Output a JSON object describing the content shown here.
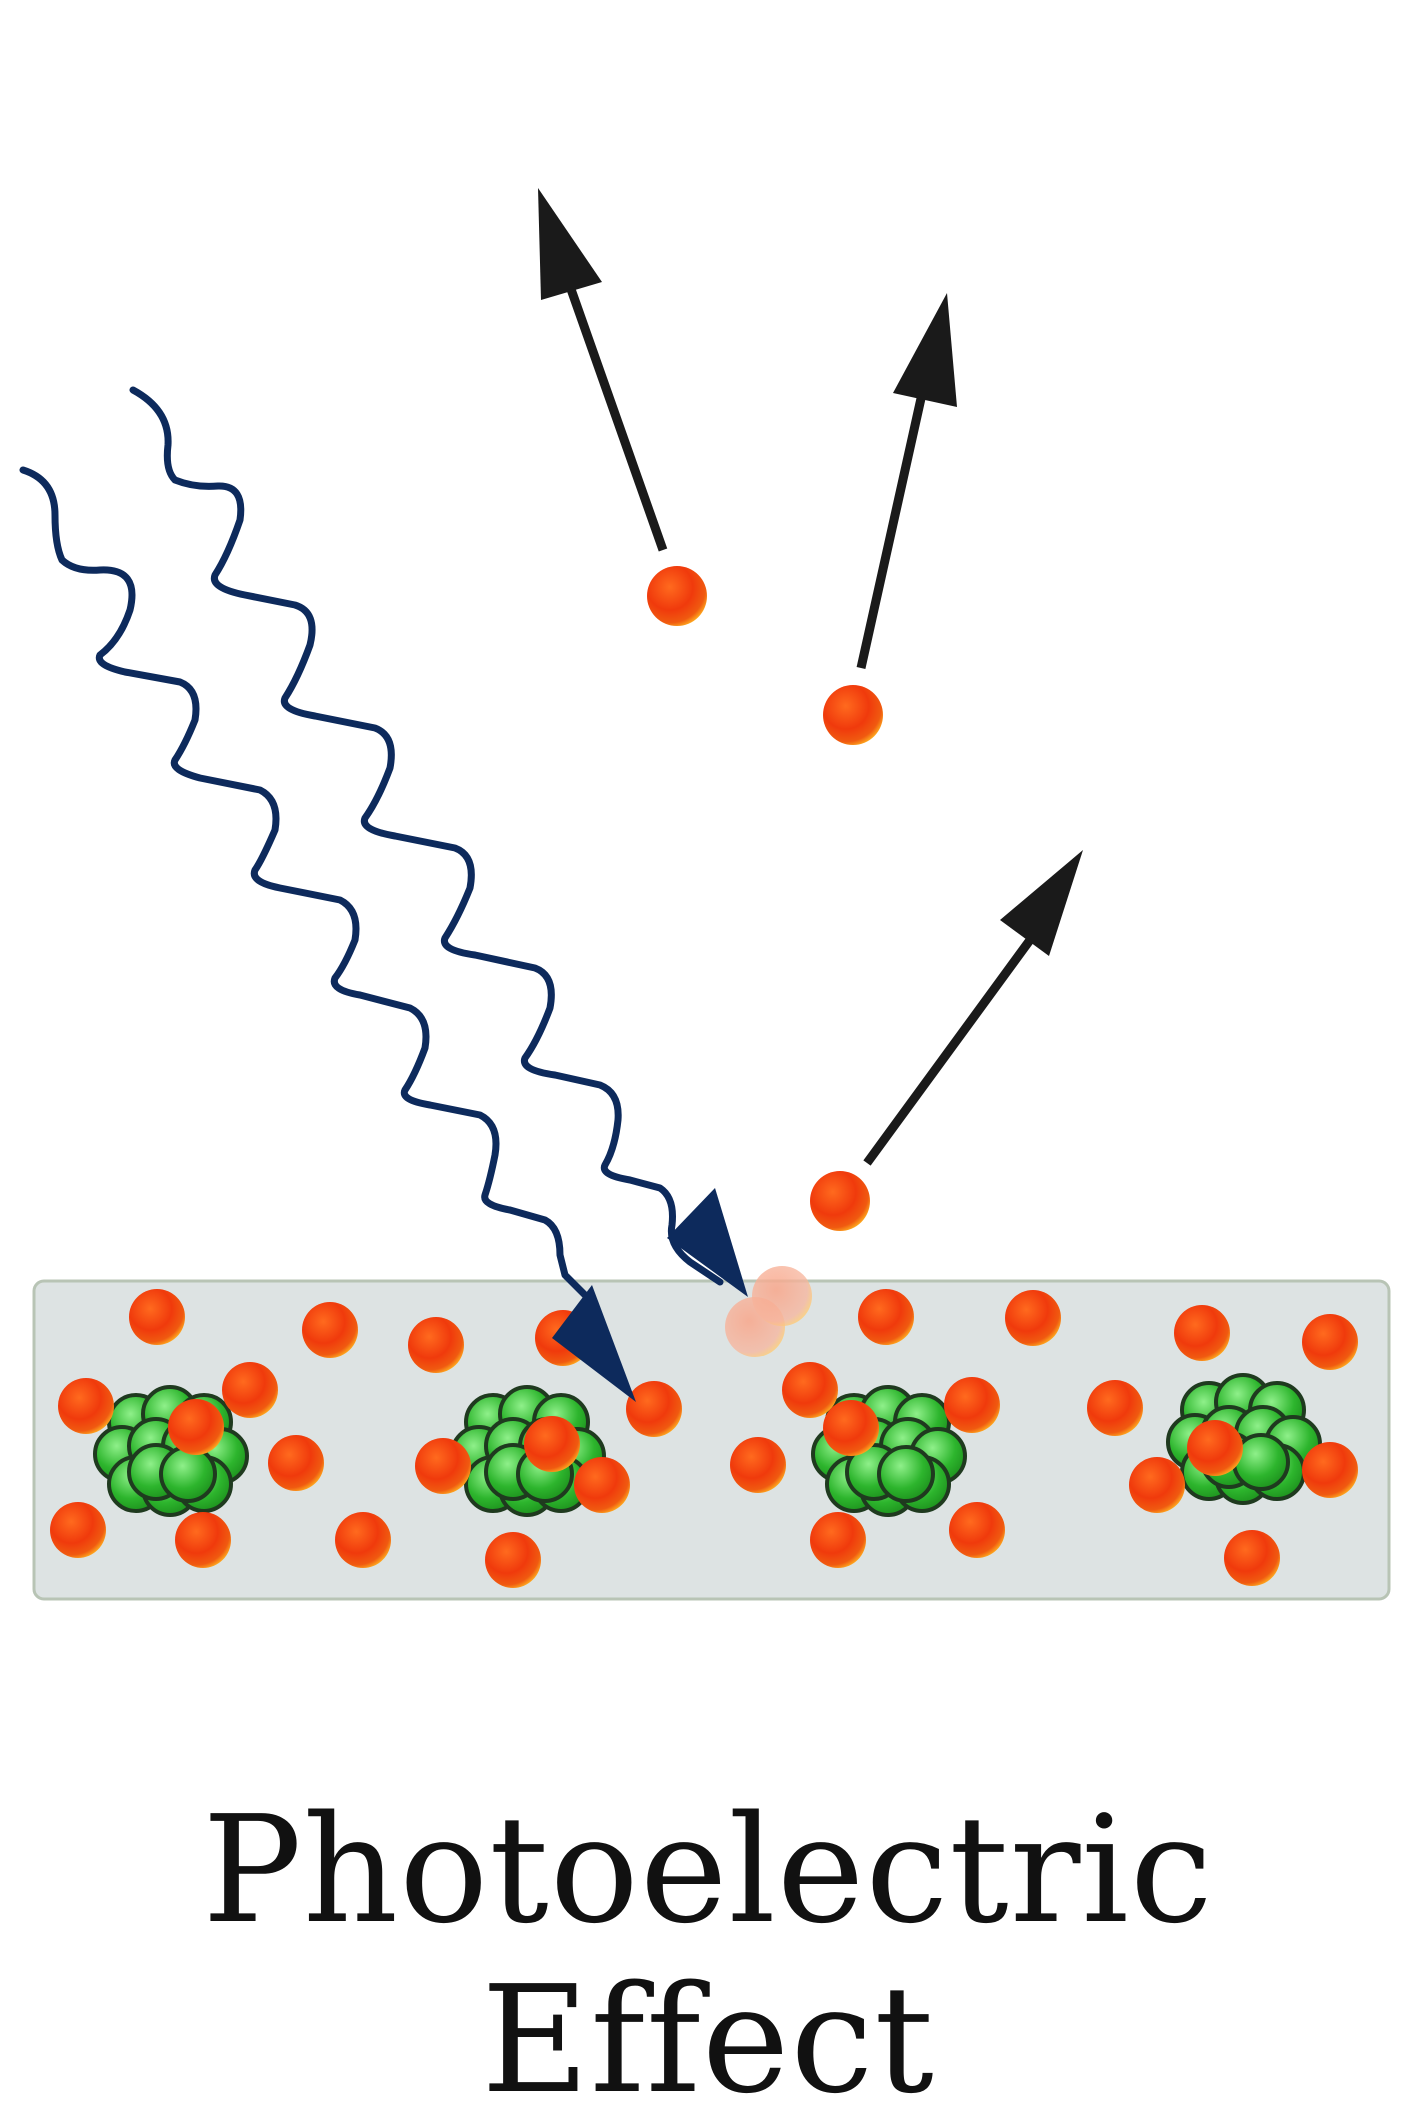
{
  "title": "Photoelectric Effect",
  "colors": {
    "photon_wave": "#0d2a5c",
    "emission_arrow": "#1a1a1a",
    "electron_core": "#f03a0c",
    "electron_glow": "#ffb020",
    "nucleus_fill": "#2db52d",
    "nucleus_highlight": "#8ff08a",
    "nucleus_outline": "#1f3a1f",
    "metal_slab": "#dde3e3",
    "metal_slab_border": "#b8c4b5",
    "ghost_electron": "#f6a080",
    "background": "#ffffff",
    "caption_text": "#111111"
  },
  "icons": {
    "photon": "wavy-line-with-arrowhead",
    "ejected_electron": "orange-sphere-with-arrow",
    "atom_nucleus": "cluster-of-green-spheres",
    "bound_electron": "orange-sphere"
  },
  "counts": {
    "photons": 2,
    "ejected_electrons": 3,
    "atoms_in_slab": 4
  }
}
